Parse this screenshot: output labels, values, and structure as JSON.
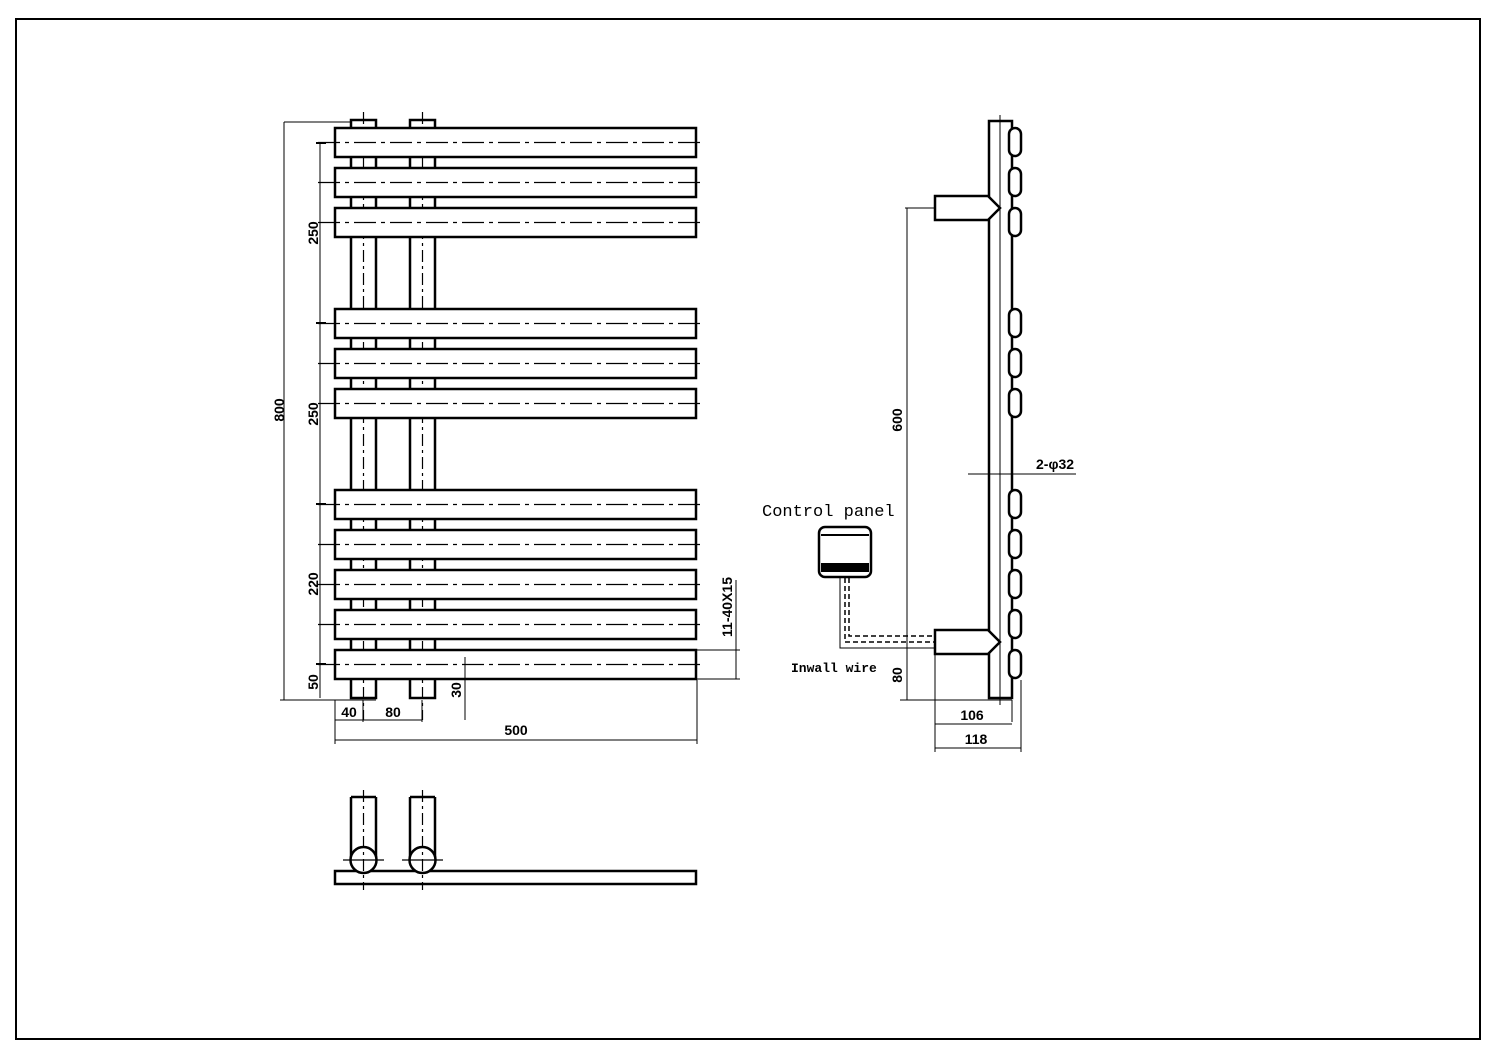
{
  "front_view": {
    "dims": {
      "overall_height": "800",
      "section_top": "250",
      "section_mid": "250",
      "section_bottom": "220",
      "bottom_offset": "50",
      "pipe_offset": "40",
      "pipe_spacing": "80",
      "pipe_stub": "30",
      "width": "500",
      "bars": "11-40X15"
    }
  },
  "side_view": {
    "dims": {
      "valve_spacing": "600",
      "valve_height": "80",
      "depth_inner": "106",
      "depth_outer": "118",
      "pipes": "2-φ32"
    },
    "control_panel_label": "Control panel",
    "wire_label": "Inwall wire"
  },
  "colors": {
    "line": "#000000",
    "background": "#ffffff"
  }
}
